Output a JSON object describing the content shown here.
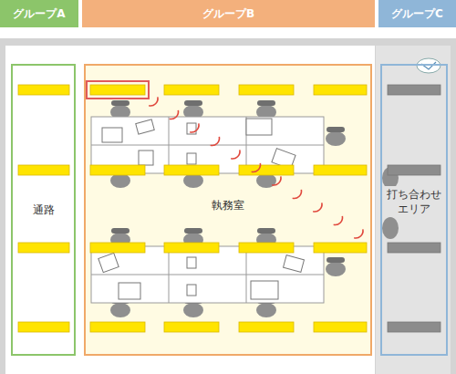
{
  "diagram": {
    "nodes": [
      {
        "text": [
          "グループA"
        ]
      },
      {
        "text": [
          "グループB"
        ]
      },
      {
        "text": [
          "グループC"
        ]
      },
      {
        "text": [
          "通路"
        ]
      },
      {
        "text": [
          "執務室"
        ]
      },
      {
        "text": [
          "打ち合わせ エリア"
        ]
      }
    ]
  }
}
